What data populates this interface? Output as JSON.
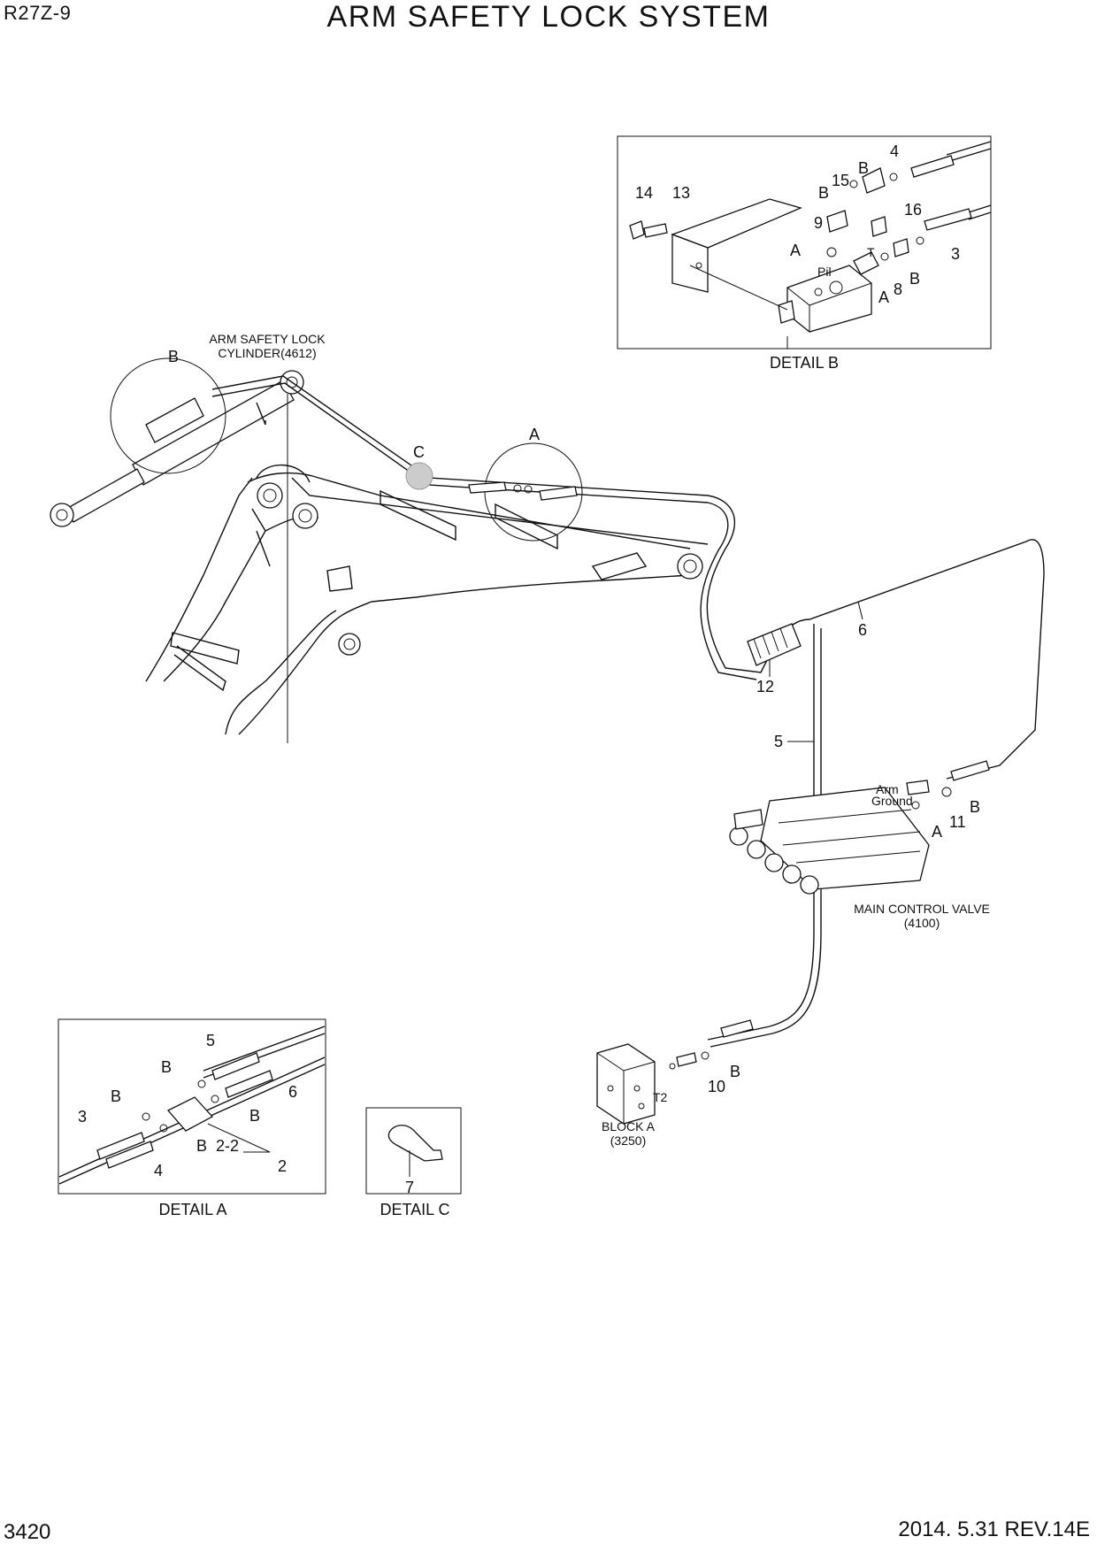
{
  "header": {
    "model": "R27Z-9",
    "title": "ARM SAFETY LOCK SYSTEM"
  },
  "footer": {
    "page_number": "3420",
    "revision": "2014. 5.31  REV.14E"
  },
  "labels": {
    "arm_safety_lock_cylinder": [
      "ARM SAFETY LOCK",
      "CYLINDER(4612)"
    ],
    "main_control_valve": [
      "MAIN CONTROL VALVE",
      "(4100)"
    ],
    "block_a": [
      "BLOCK A",
      "(3250)"
    ],
    "arm": "Arm",
    "ground": "Ground",
    "pil": "Pil",
    "t": "T",
    "t2": "T2"
  },
  "details": {
    "detail_b": "DETAIL B",
    "detail_a": "DETAIL A",
    "detail_c": "DETAIL C"
  },
  "callouts": {
    "main": {
      "b": "B",
      "c": "C",
      "a": "A",
      "p6": "6",
      "p12": "12",
      "p5": "5",
      "p11": "11",
      "b2": "B",
      "a2": "A",
      "p10": "10",
      "b3": "B"
    },
    "detail_b": {
      "p4": "4",
      "b1": "B",
      "p15": "15",
      "b2": "B",
      "p16": "16",
      "p14": "14",
      "p13": "13",
      "p9": "9",
      "a1": "A",
      "p3": "3",
      "a2": "A",
      "p8": "8",
      "b3": "B"
    },
    "detail_a": {
      "p5": "5",
      "b1": "B",
      "p6": "6",
      "b2": "B",
      "p3": "3",
      "b3": "B",
      "b4": "B",
      "p22": "2-2",
      "p2": "2",
      "p4": "4"
    },
    "detail_c": {
      "p7": "7"
    }
  }
}
